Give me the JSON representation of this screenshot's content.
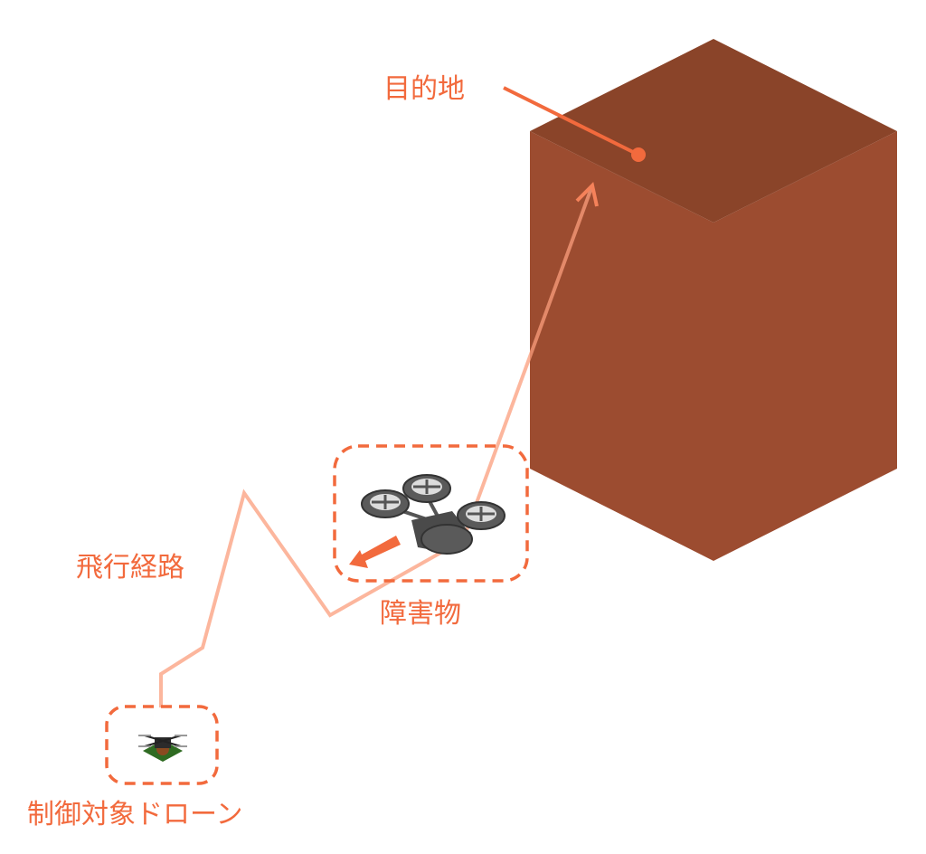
{
  "labels": {
    "destination": "目的地",
    "flight_path": "飛行経路",
    "obstacle": "障害物",
    "controlled_drone": "制御対象ドローン"
  },
  "colors": {
    "accent": "#f26a3d",
    "path": "#fbb59c",
    "building_top": "#8a4429",
    "building_side": "#9c4c30"
  }
}
